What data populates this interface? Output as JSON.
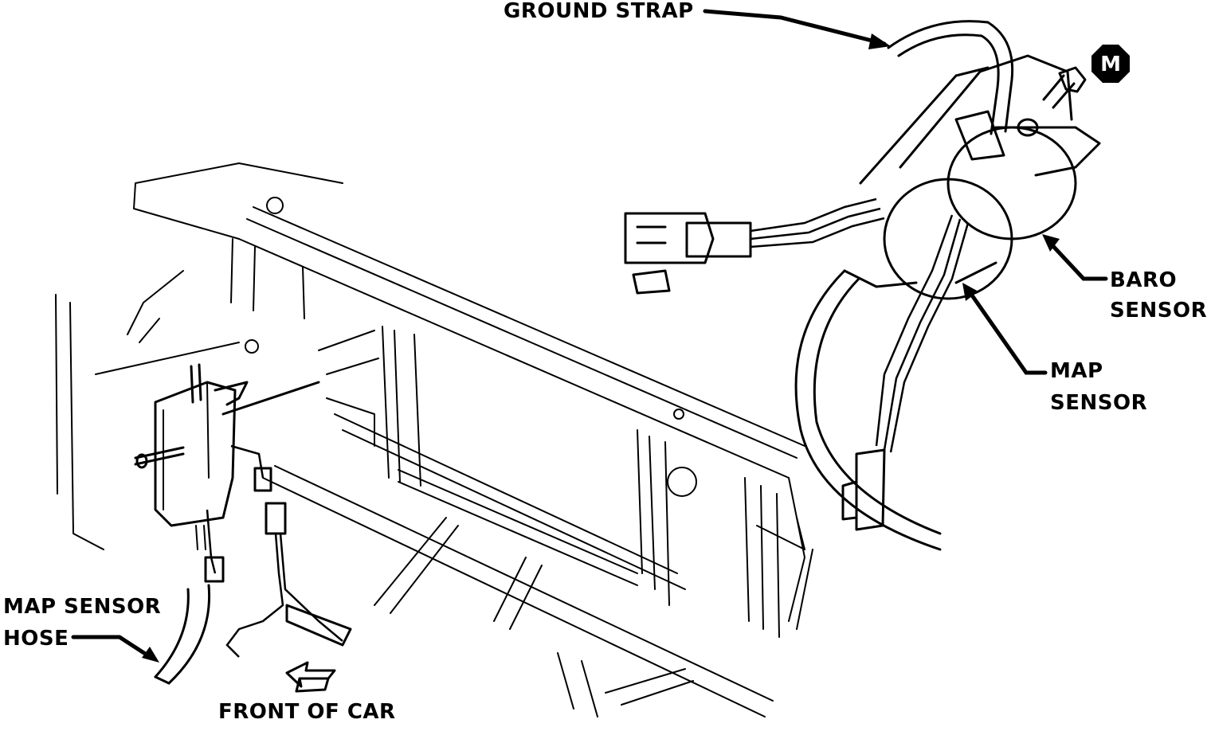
{
  "labels": {
    "ground_strap": "GROUND STRAP",
    "baro_line1": "BARO",
    "baro_line2": "SENSOR",
    "map_line1": "MAP",
    "map_line2": "SENSOR",
    "hose_line1": "MAP SENSOR",
    "hose_line2": "HOSE",
    "front_of_car": "FRONT OF CAR",
    "badge": "M"
  }
}
